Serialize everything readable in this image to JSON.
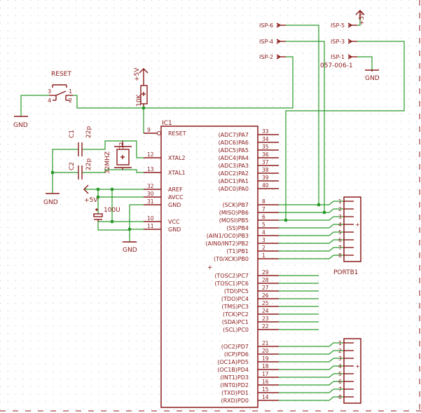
{
  "colors": {
    "part": "#8b1a1a",
    "wire": "#2a9a2a",
    "text": "#8b1a1a",
    "grid": "#c8c8c8",
    "junction": "#2a9a2a"
  },
  "ic": {
    "name": "IC1",
    "left_pins": [
      {
        "label": "RESET",
        "num": "9"
      },
      {
        "label": "XTAL2",
        "num": "12"
      },
      {
        "label": "XTAL1",
        "num": "13"
      },
      {
        "label": "AREF",
        "num": "32"
      },
      {
        "label": "AVCC",
        "num": "30"
      },
      {
        "label": "GND",
        "num": "31"
      },
      {
        "label": "VCC",
        "num": "10"
      },
      {
        "label": "GND",
        "num": "11"
      }
    ],
    "portA": [
      {
        "label": "(ADC7)PA7",
        "num": "33"
      },
      {
        "label": "(ADC6)PA6",
        "num": "34"
      },
      {
        "label": "(ADC5)PA5",
        "num": "35"
      },
      {
        "label": "(ADC4)PA4",
        "num": "36"
      },
      {
        "label": "(ADC3)PA3",
        "num": "37"
      },
      {
        "label": "(ADC2)PA2",
        "num": "38"
      },
      {
        "label": "(ADC1)PA1",
        "num": "39"
      },
      {
        "label": "(ADC0)PA0",
        "num": "40"
      }
    ],
    "portB": [
      {
        "label": "(SCK)PB7",
        "num": "8"
      },
      {
        "label": "(MISO)PB6",
        "num": "7"
      },
      {
        "label": "(MOSI)PB5",
        "num": "6"
      },
      {
        "label": "(SS)PB4",
        "num": "5"
      },
      {
        "label": "(AIN1/OC0)PB3",
        "num": "4"
      },
      {
        "label": "(AIN0/INT2)PB2",
        "num": "3"
      },
      {
        "label": "(T1)PB1",
        "num": "2"
      },
      {
        "label": "(T0/XCK)PB0",
        "num": "1"
      }
    ],
    "portC": [
      {
        "label": "(TOSC2)PC7",
        "num": "29"
      },
      {
        "label": "(TOSC1)PC6",
        "num": "28"
      },
      {
        "label": "(TDI)PC5",
        "num": "27"
      },
      {
        "label": "(TDO)PC4",
        "num": "26"
      },
      {
        "label": "(TMS)PC3",
        "num": "25"
      },
      {
        "label": "(TCK)PC2",
        "num": "24"
      },
      {
        "label": "(SDA)PC1",
        "num": "23"
      },
      {
        "label": "(SCL)PC0",
        "num": "22"
      }
    ],
    "portD": [
      {
        "label": "(OC2)PD7",
        "num": "21"
      },
      {
        "label": "(ICP)PD6",
        "num": "20"
      },
      {
        "label": "(OC1A)PD5",
        "num": "19"
      },
      {
        "label": "(OC1B)PD4",
        "num": "18"
      },
      {
        "label": "(INT1)PD3",
        "num": "17"
      },
      {
        "label": "(INT0)PD2",
        "num": "16"
      },
      {
        "label": "(TXD)PD1",
        "num": "15"
      },
      {
        "label": "(RXD)PD0",
        "num": "14"
      }
    ]
  },
  "portb_header": {
    "name": "PORTB1",
    "pins": [
      "1",
      "2",
      "3",
      "4",
      "5",
      "6",
      "7",
      "8"
    ]
  },
  "portd_header": {
    "pins": [
      "1",
      "2",
      "3",
      "4",
      "5",
      "6",
      "7",
      "8"
    ]
  },
  "isp": {
    "labels": [
      "ISP-6",
      "ISP-4",
      "ISP-2",
      "ISP-5",
      "ISP-3",
      "ISP-1"
    ],
    "part": "057-006-1"
  },
  "labels": {
    "reset": "RESET",
    "gnd": "GND",
    "plus5v": "+5V",
    "r_value": "10K",
    "c1": "C1",
    "c2": "C2",
    "cap22": "22p",
    "crystal": "32MHZ",
    "crystal_ref": "Q2",
    "cap100": "100U",
    "sw_pins": [
      "3",
      "4",
      "1",
      "2"
    ]
  }
}
